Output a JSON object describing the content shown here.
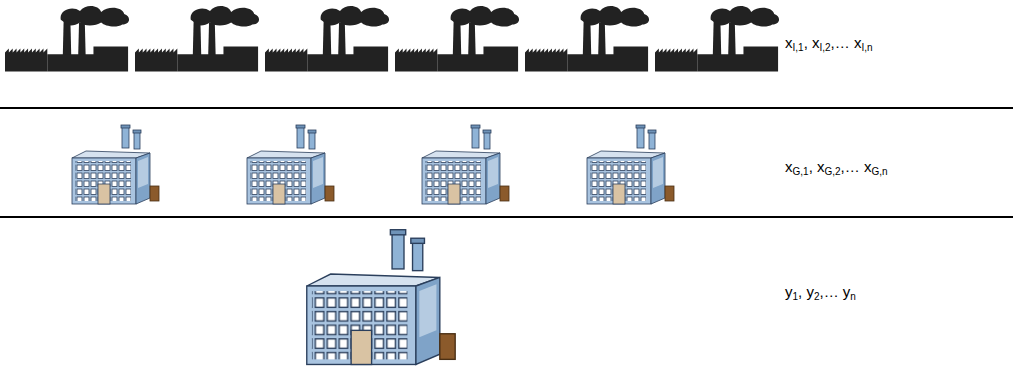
{
  "diagram": {
    "labels": [
      "xI,1, xI,2,… xI,n",
      "xG,1, xG,2,… xG,n",
      "y1, y2,… yn"
    ]
  }
}
